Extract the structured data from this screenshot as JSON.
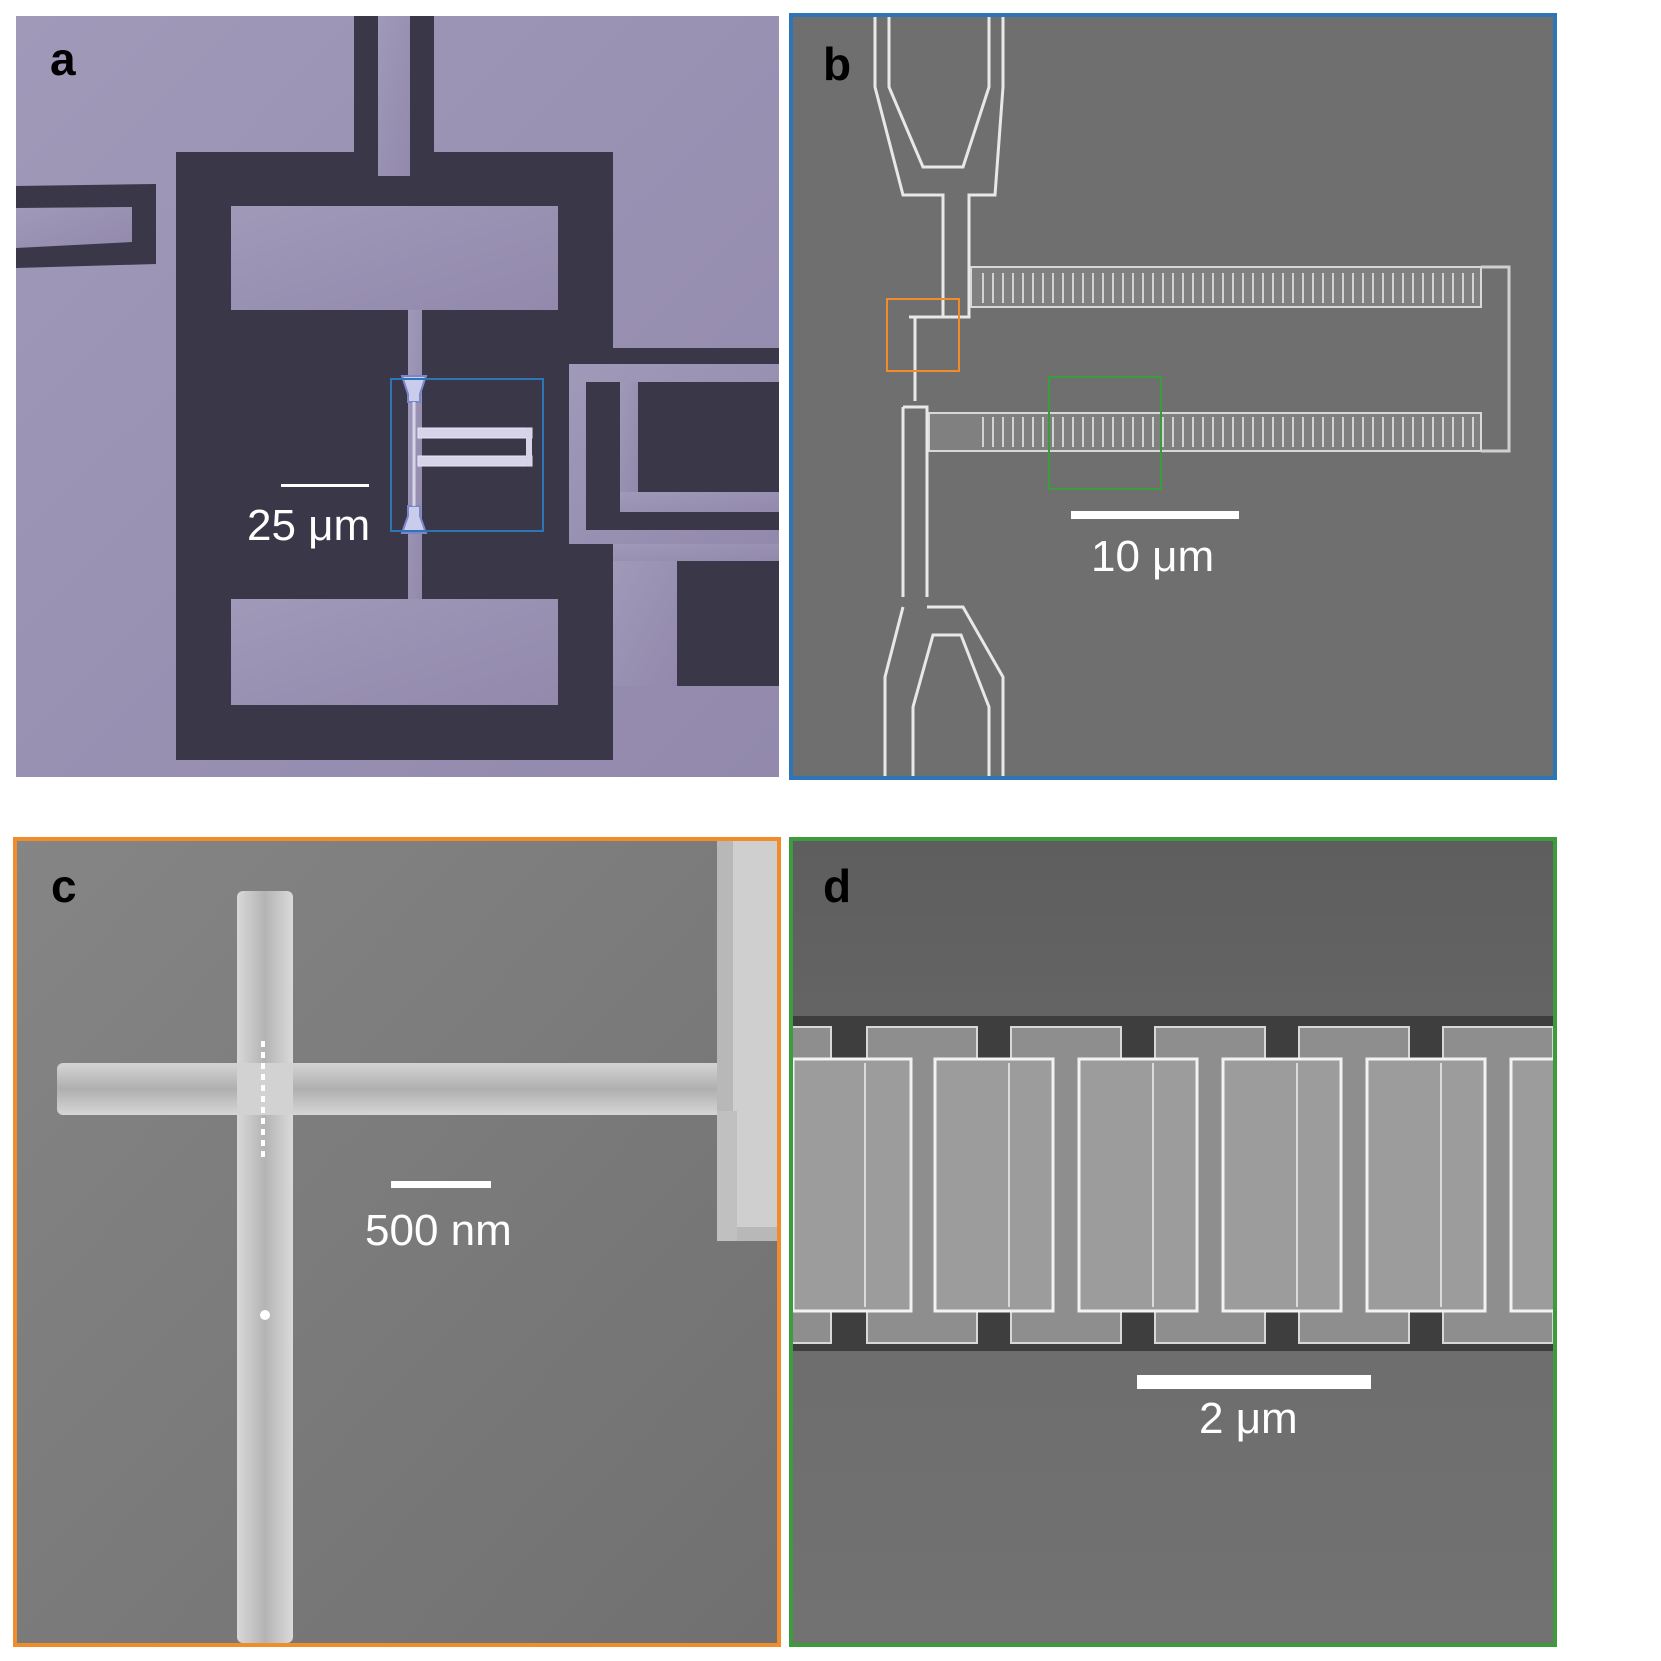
{
  "panels": {
    "a": {
      "letter": "a",
      "scale_label": "25 μm",
      "letter_color": "#000000"
    },
    "b": {
      "letter": "b",
      "scale_label": "10 μm",
      "border_color": "#2E75B6",
      "letter_color": "#000000"
    },
    "c": {
      "letter": "c",
      "scale_label": "500 nm",
      "border_color": "#F08C2A",
      "letter_color": "#000000"
    },
    "d": {
      "letter": "d",
      "scale_label": "2 μm",
      "border_color": "#3C9C3C",
      "letter_color": "#000000"
    }
  },
  "colors": {
    "optical_substrate": "#9A91B2",
    "optical_metal": "#3A3748",
    "sem_background": "#6E6E6E",
    "sem_edge": "#E8E8E8",
    "inset_b_blue": "#2E75B6",
    "inset_c_orange": "#F08C2A",
    "inset_d_green": "#3C9C3C"
  }
}
